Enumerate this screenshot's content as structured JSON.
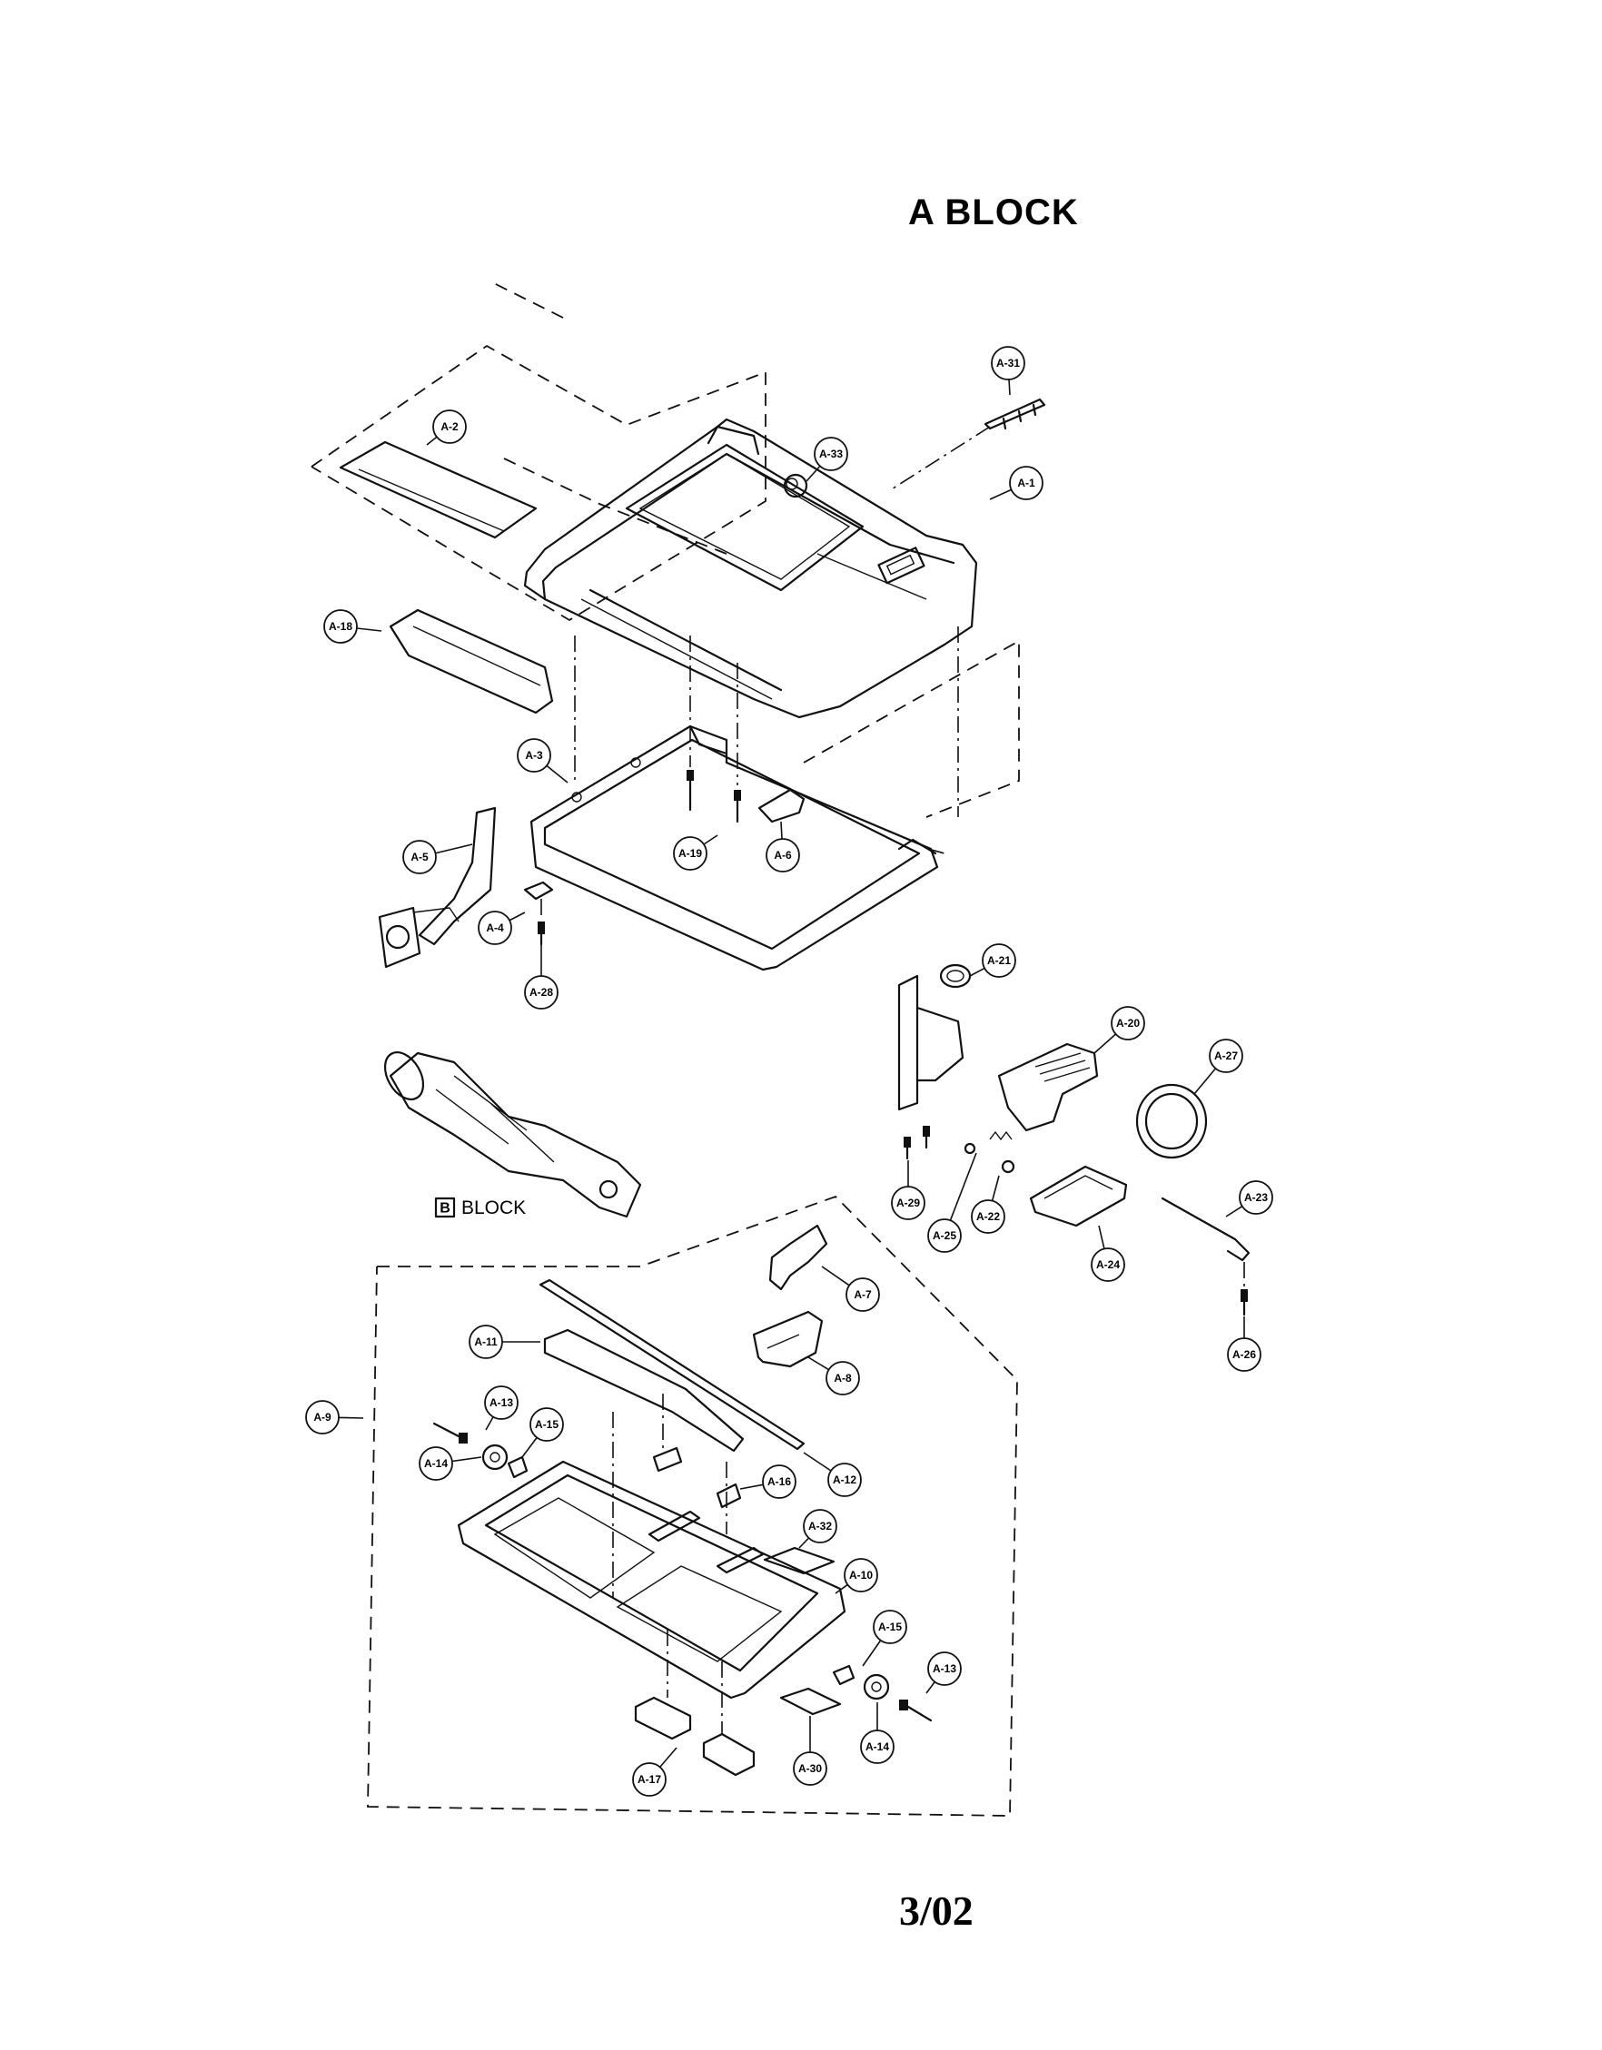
{
  "header": {
    "title": "A BLOCK"
  },
  "footer": {
    "page_code": "3/02"
  },
  "subassembly": {
    "box_letter": "B",
    "label": "BLOCK"
  },
  "callouts": [
    {
      "id": "A-1",
      "label": "A-1"
    },
    {
      "id": "A-2",
      "label": "A-2"
    },
    {
      "id": "A-3",
      "label": "A-3"
    },
    {
      "id": "A-4",
      "label": "A-4"
    },
    {
      "id": "A-5",
      "label": "A-5"
    },
    {
      "id": "A-6",
      "label": "A-6"
    },
    {
      "id": "A-7",
      "label": "A-7"
    },
    {
      "id": "A-8",
      "label": "A-8"
    },
    {
      "id": "A-9",
      "label": "A-9"
    },
    {
      "id": "A-10",
      "label": "A-10"
    },
    {
      "id": "A-11",
      "label": "A-11"
    },
    {
      "id": "A-12",
      "label": "A-12"
    },
    {
      "id": "A-13a",
      "label": "A-13"
    },
    {
      "id": "A-13b",
      "label": "A-13"
    },
    {
      "id": "A-14a",
      "label": "A-14"
    },
    {
      "id": "A-14b",
      "label": "A-14"
    },
    {
      "id": "A-15a",
      "label": "A-15"
    },
    {
      "id": "A-15b",
      "label": "A-15"
    },
    {
      "id": "A-16",
      "label": "A-16"
    },
    {
      "id": "A-17",
      "label": "A-17"
    },
    {
      "id": "A-18",
      "label": "A-18"
    },
    {
      "id": "A-19",
      "label": "A-19"
    },
    {
      "id": "A-20",
      "label": "A-20"
    },
    {
      "id": "A-21",
      "label": "A-21"
    },
    {
      "id": "A-22",
      "label": "A-22"
    },
    {
      "id": "A-23",
      "label": "A-23"
    },
    {
      "id": "A-24",
      "label": "A-24"
    },
    {
      "id": "A-25",
      "label": "A-25"
    },
    {
      "id": "A-26",
      "label": "A-26"
    },
    {
      "id": "A-27",
      "label": "A-27"
    },
    {
      "id": "A-28",
      "label": "A-28"
    },
    {
      "id": "A-29",
      "label": "A-29"
    },
    {
      "id": "A-30",
      "label": "A-30"
    },
    {
      "id": "A-31",
      "label": "A-31"
    },
    {
      "id": "A-32",
      "label": "A-32"
    },
    {
      "id": "A-33",
      "label": "A-33"
    }
  ]
}
